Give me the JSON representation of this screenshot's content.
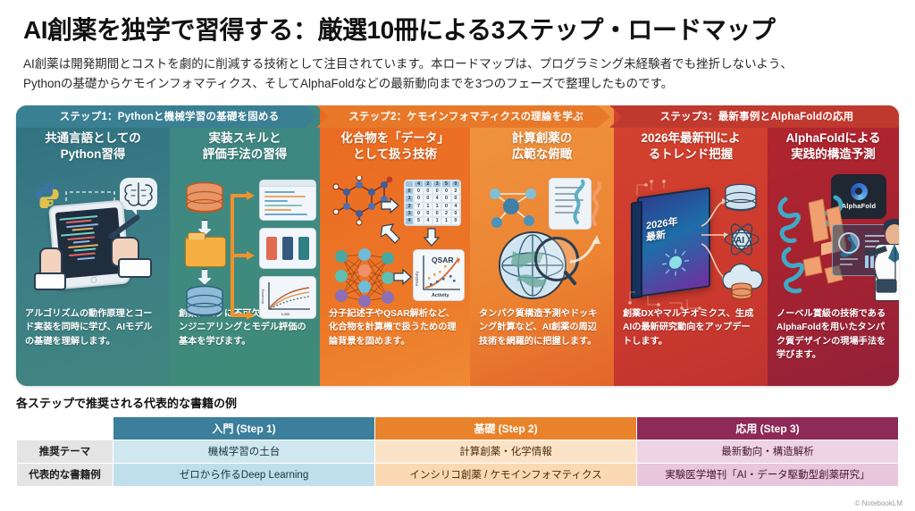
{
  "header": {
    "title": "AI創薬を独学で習得する：厳選10冊による3ステップ・ロードマップ",
    "subtitle_line1": "AI創薬は開発期間とコストを劇的に削減する技術として注目されています。本ロードマップは、プログラミング未経験者でも挫折しないよう、",
    "subtitle_line2": "Pythonの基礎からケモインフォマティクス、そしてAlphaFoldなどの最新動向までを3つのフェーズで整理したものです。"
  },
  "steps": [
    {
      "label": "ステップ1：Pythonと機械学習の基礎を固める",
      "color": "#3b7f93"
    },
    {
      "label": "ステップ2：ケモインフォマティクスの理論を学ぶ",
      "color": "#e8792a"
    },
    {
      "label": "ステップ3：最新事例とAlphaFoldの応用",
      "color": "#c0392f"
    }
  ],
  "panels": [
    {
      "title_line1": "共通言語としての",
      "title_line2": "Python習得",
      "desc": "アルゴリズムの動作原理とコード実装を同時に学び、AIモデルの基礎を理解します。",
      "art": "tablet-coding-illustration",
      "badge": "Python"
    },
    {
      "title_line1": "実装スキルと",
      "title_line2": "評価手法の習得",
      "desc": "創薬タスクに不可欠な特徴量エンジニアリングとモデル評価の基本を学びます。",
      "art": "data-pipeline-illustration",
      "chart_axis_x": "Loss",
      "chart_axis_y": "Accuracy"
    },
    {
      "title_line1": "化合物を「データ」",
      "title_line2": "として扱う技術",
      "desc": "分子記述子やQSAR解析など、化合物を計算機で扱うための理論背景を固めます。",
      "art": "molecule-matrix-qsar-illustration",
      "plot_title": "QSAR",
      "plot_x": "Activity",
      "plot_y": "Positivity"
    },
    {
      "title_line1": "計算創薬の",
      "title_line2": "広範な俯瞰",
      "desc": "タンパク質構造予測やドッキング計算など、AI創薬の周辺技術を網羅的に把握します。",
      "art": "globe-magnifier-network-illustration"
    },
    {
      "title_line1": "2026年最新刊によ",
      "title_line2": "るトレンド把握",
      "desc": "創薬DXやマルチオミクス、生成AIの最新研究動向をアップデートします。",
      "art": "latest-book-2026-illustration",
      "book_line1": "2026年",
      "book_line2": "最新",
      "badge_ai": "AI"
    },
    {
      "title_line1": "AlphaFoldによる",
      "title_line2": "実践的構造予測",
      "desc": "ノーベル賞級の技術であるAlphaFoldを用いたタンパク質デザインの現場手法を学びます。",
      "art": "protein-structure-scientist-illustration",
      "badge": "AlphaFold"
    }
  ],
  "books_table": {
    "caption": "各ステップで推奨される代表的な書籍の例",
    "columns": [
      "",
      "入門 (Step 1)",
      "基礎 (Step 2)",
      "応用 (Step 3)"
    ],
    "rows": [
      {
        "head": "推奨テーマ",
        "cells": [
          "機械学習の土台",
          "計算創薬・化学情報",
          "最新動向・構造解析"
        ]
      },
      {
        "head": "代表的な書籍例",
        "cells": [
          "ゼロから作るDeep Learning",
          "インシリコ創薬 / ケモインフォマティクス",
          "実験医学増刊「AI・データ駆動型創薬研究」"
        ]
      }
    ]
  },
  "credit": "© NotebookLM"
}
